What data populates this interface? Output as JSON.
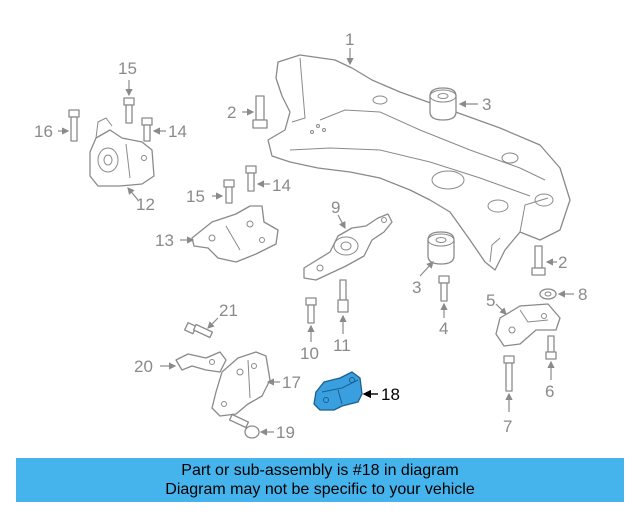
{
  "callouts": {
    "c1": "1",
    "c2a": "2",
    "c2b": "2",
    "c3a": "3",
    "c3b": "3",
    "c4": "4",
    "c5": "5",
    "c6": "6",
    "c7": "7",
    "c8": "8",
    "c9": "9",
    "c10": "10",
    "c11": "11",
    "c12": "12",
    "c13": "13",
    "c14a": "14",
    "c14b": "14",
    "c15a": "15",
    "c15b": "15",
    "c16": "16",
    "c17": "17",
    "c18": "18",
    "c19": "19",
    "c20": "20",
    "c21": "21"
  },
  "highlight": {
    "part_number": "18",
    "color": "#3a9fdf"
  },
  "banner": {
    "color": "#46b4ec",
    "line1": "Part or sub-assembly is #18 in diagram",
    "line2": "Diagram may not be specific to your vehicle"
  }
}
